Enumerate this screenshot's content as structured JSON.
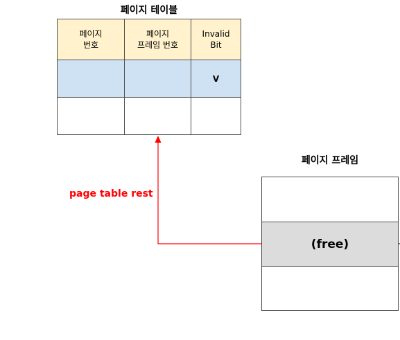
{
  "page_table": {
    "title": "페이지 테이블",
    "headers": [
      "페이지\n번호",
      "페이지\n프레임 번호",
      "Invalid\nBit"
    ],
    "rows": [
      [
        "",
        "",
        "V"
      ],
      [
        "",
        "",
        ""
      ]
    ],
    "colors": {
      "header_bg": "#fff2cc",
      "highlight_bg": "#cfe2f3"
    }
  },
  "page_frame": {
    "title": "페이지 프레임",
    "rows": [
      "",
      "(free)",
      ""
    ],
    "colors": {
      "free_bg": "#dcdcdc"
    }
  },
  "arrow": {
    "label": "page table rest",
    "color": "#ff0000"
  }
}
